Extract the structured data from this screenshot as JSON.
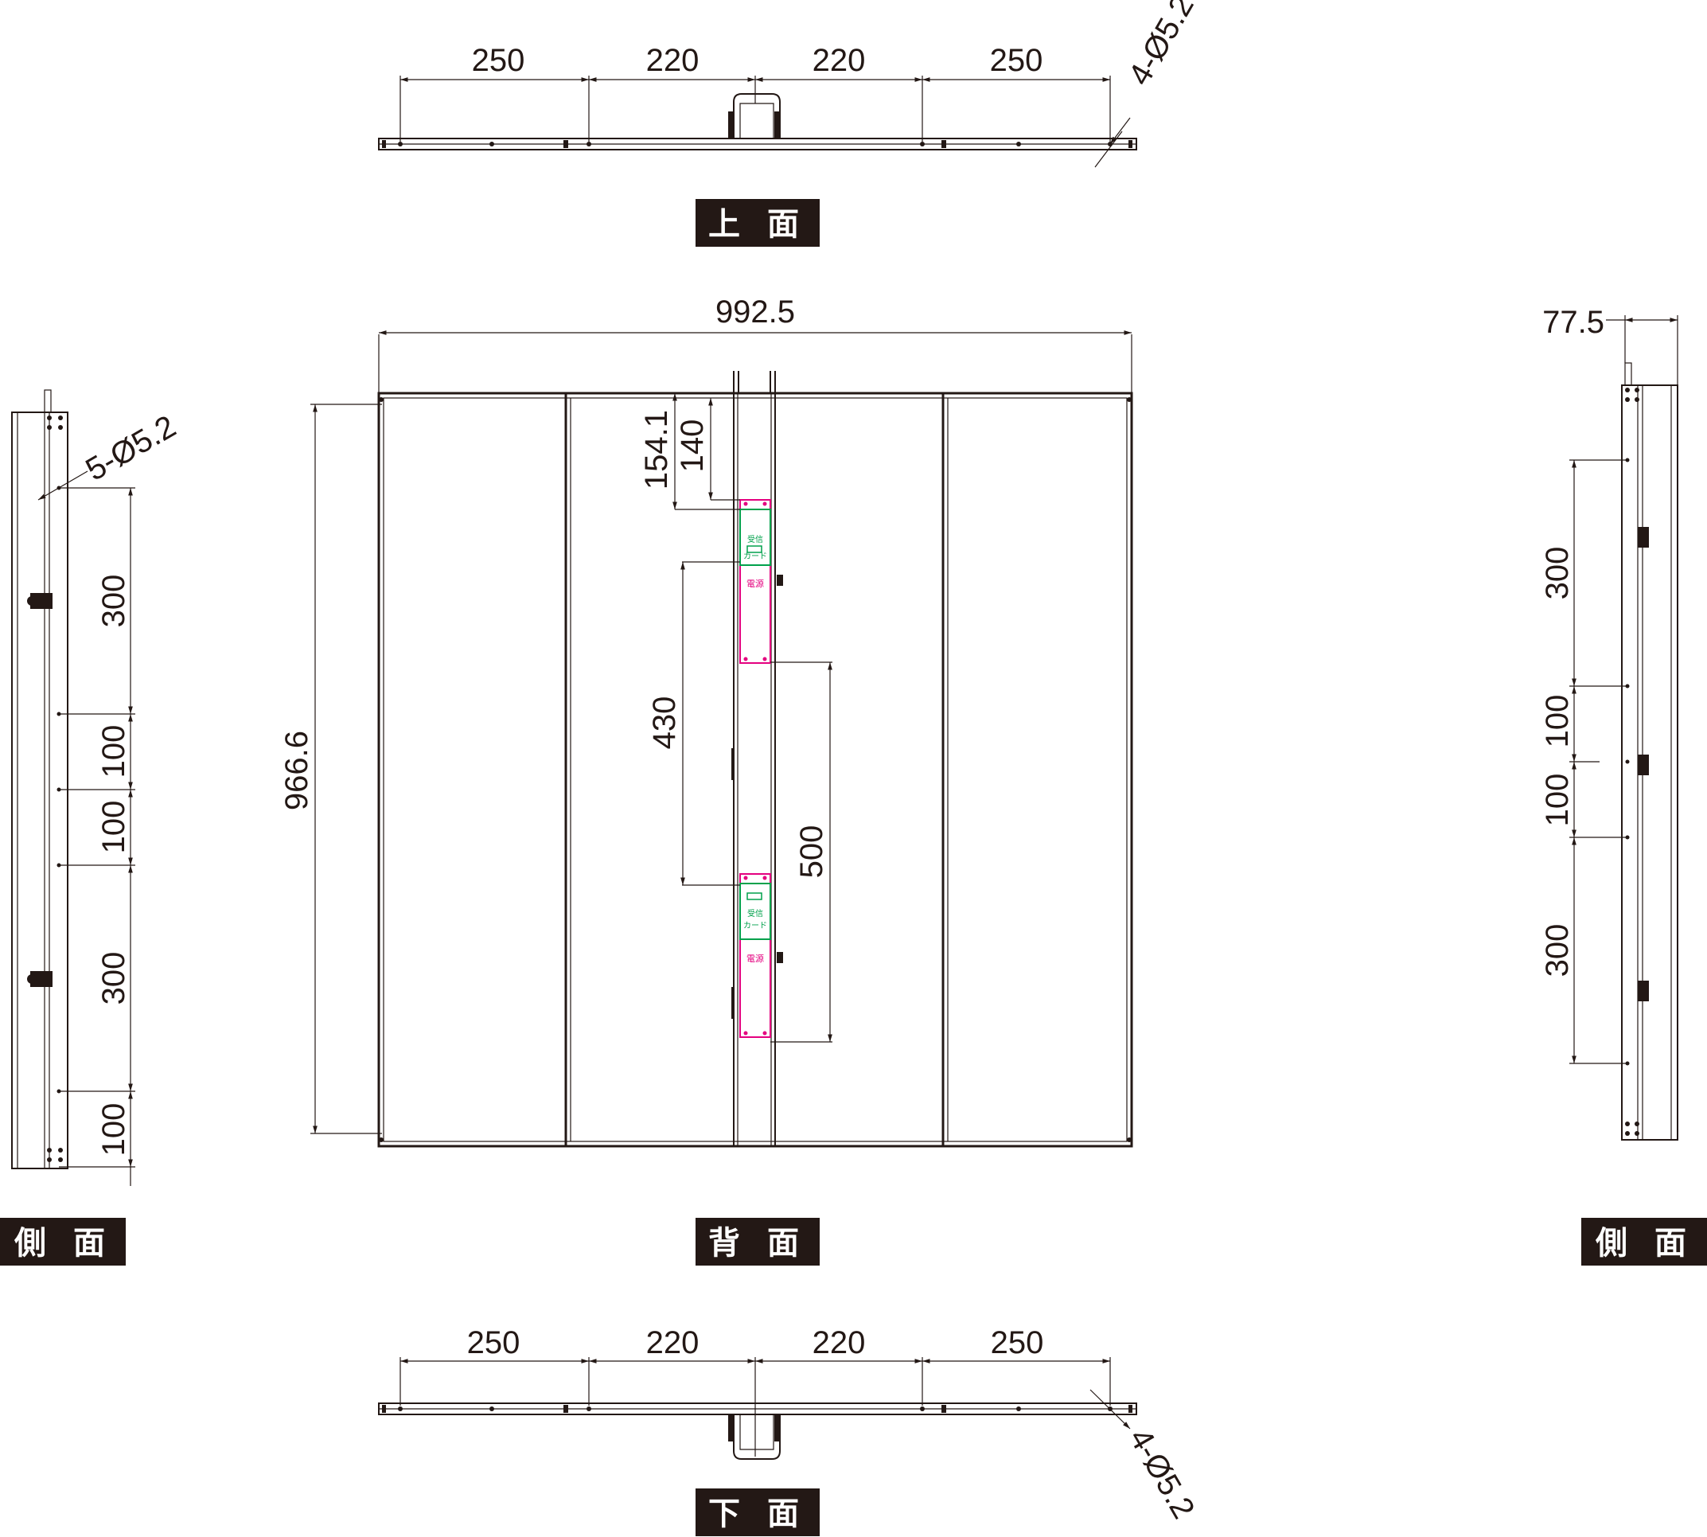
{
  "labels": {
    "top": "上 面",
    "back": "背 面",
    "bottom": "下 面",
    "side_left": "側 面",
    "side_right": "側 面"
  },
  "top_view": {
    "dims": [
      "250",
      "220",
      "220",
      "250"
    ],
    "holes": "4-Ø5.2"
  },
  "bottom_view": {
    "dims": [
      "250",
      "220",
      "220",
      "250"
    ],
    "holes": "4-Ø5.2"
  },
  "back_view": {
    "width": "992.5",
    "height": "966.6",
    "offset_a": "154.1",
    "offset_b": "140",
    "pitch_a": "430",
    "pitch_b": "500",
    "card_receive": "受信\nカード",
    "card_power": "電源"
  },
  "left_side": {
    "holes": "5-Ø5.2",
    "dims": [
      "300",
      "100",
      "100",
      "300",
      "100"
    ]
  },
  "right_side": {
    "depth": "77.5",
    "dims": [
      "300",
      "100",
      "100",
      "300"
    ]
  },
  "colors": {
    "line": "#231815",
    "label_bg": "#231815",
    "card_green": "#00a14b",
    "card_magenta": "#e4007f"
  }
}
